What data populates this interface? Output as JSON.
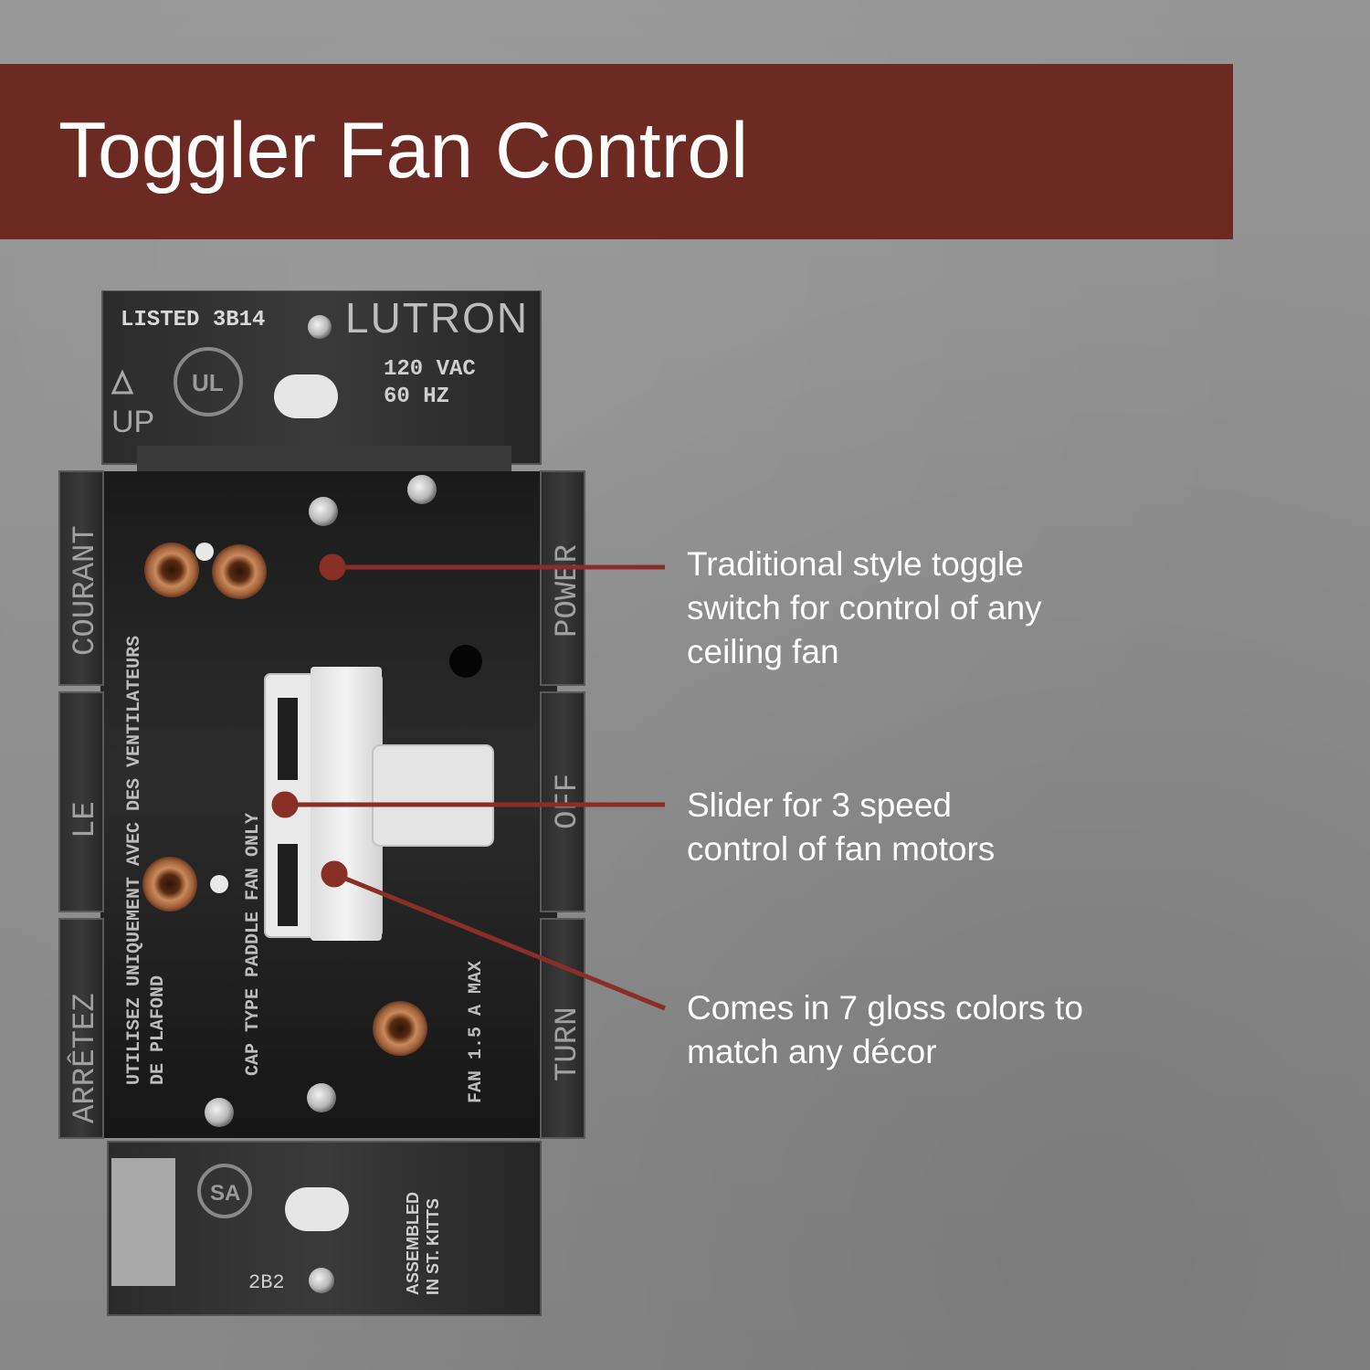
{
  "banner": {
    "title": "Toggler Fan Control",
    "color": "#6c2a22"
  },
  "callouts": [
    {
      "lines": [
        "Traditional style toggle",
        "switch for control of any",
        "ceiling fan"
      ]
    },
    {
      "lines": [
        "Slider for 3 speed",
        "control of fan motors"
      ]
    },
    {
      "lines": [
        "Comes in 7 gloss colors to",
        "match any décor"
      ]
    }
  ],
  "device": {
    "top_plate": {
      "listed": "LISTED 3B14",
      "brand": "LUTRON",
      "voltage": "120 VAC",
      "frequency": "60 HZ",
      "up": "UP",
      "ul": "UL"
    },
    "labels": {
      "courant": "COURANT",
      "le": "LE",
      "arretez": "ARRÊTEZ",
      "power": "POWER",
      "off": "OFF",
      "turn": "TURN",
      "french_line1": "UTILISEZ UNIQUEMENT AVEC DES VENTILATEURS",
      "french_line2": "DE PLAFOND",
      "english_line1": "CAP TYPE PADDLE FAN ONLY",
      "rating": "FAN 1.5 A MAX"
    },
    "bottom_plate": {
      "assembled_line1": "ASSEMBLED",
      "assembled_line2": "IN ST. KITTS",
      "code": "2B2",
      "csa": "SA"
    }
  },
  "colors": {
    "accent": "#6c2a22",
    "leader": "#8a2f26",
    "switch": "#eeeeee"
  }
}
